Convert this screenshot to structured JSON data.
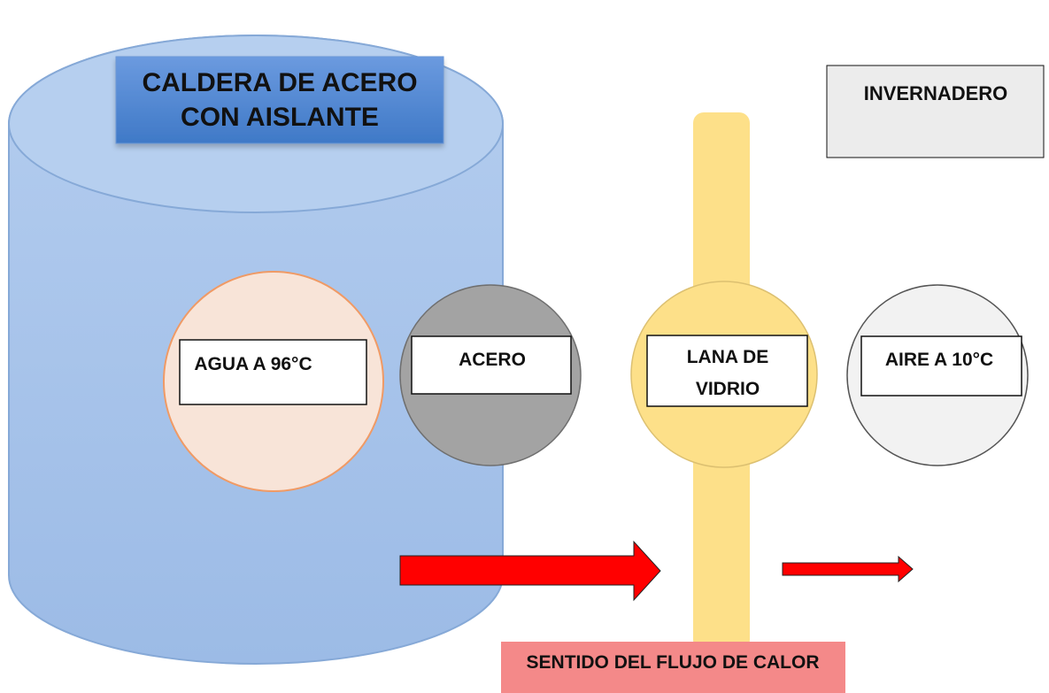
{
  "diagram": {
    "boiler_title": {
      "lines": [
        "CALDERA DE ACERO",
        "CON AISLANTE"
      ]
    },
    "greenhouse_label": "INVERNADERO",
    "water_label": "AGUA A 96°C",
    "steel_label": "ACERO",
    "glass_wool_label": {
      "lines": [
        "LANA DE",
        "VIDRIO"
      ]
    },
    "air_label": "AIRE A 10°C",
    "heat_flow_label": "SENTIDO DEL FLUJO DE CALOR"
  },
  "colors": {
    "boiler_fill": "#9dbde6",
    "boiler_stroke": "#86a9d7",
    "boiler_title_fill": "#4f87cf",
    "water_fill": "#f8e4d8",
    "water_stroke": "#f09a65",
    "steel_fill": "#a3a3a3",
    "glass_wool_fill": "#fde089",
    "air_fill": "#f2f2f2",
    "arrow_fill": "#ff0000",
    "heat_label_fill": "#f48989",
    "label_box_fill": "#ffffff",
    "label_box_stroke": "#111111"
  }
}
